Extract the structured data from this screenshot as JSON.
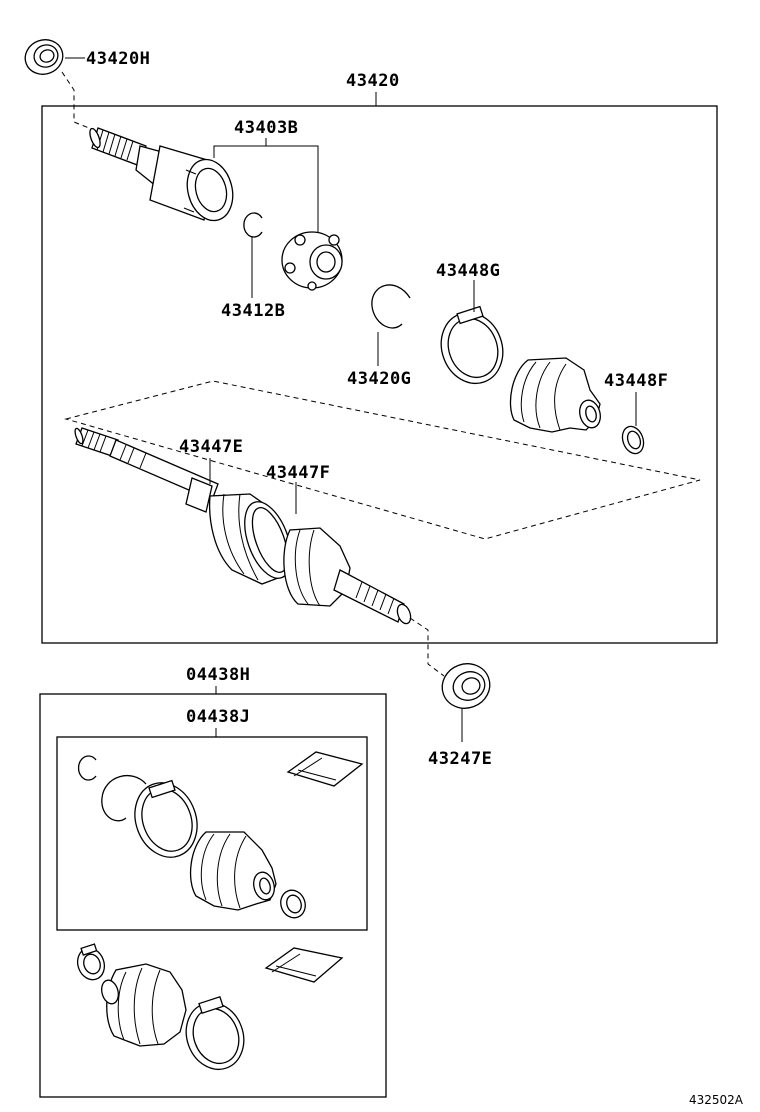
{
  "labels": {
    "p43420H": "43420H",
    "p43420": "43420",
    "p43403B": "43403B",
    "p43412B": "43412B",
    "p43448G": "43448G",
    "p43420G": "43420G",
    "p43448F": "43448F",
    "p43447E": "43447E",
    "p43447F": "43447F",
    "p04438H": "04438H",
    "p04438J": "04438J",
    "p43247E": "43247E"
  },
  "diagram_code": "432502A"
}
